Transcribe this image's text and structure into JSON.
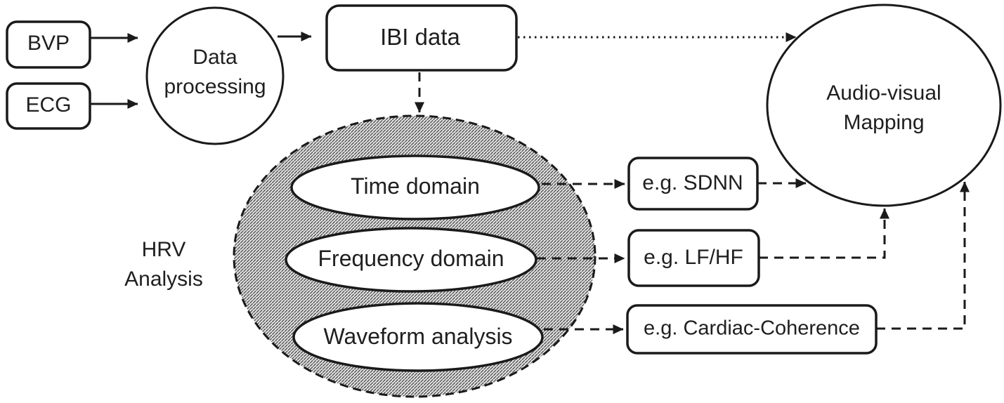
{
  "nodes": {
    "bvp": {
      "label": "BVP"
    },
    "ecg": {
      "label": "ECG"
    },
    "data_processing": {
      "line1": "Data",
      "line2": "processing"
    },
    "ibi_data": {
      "label": "IBI data"
    },
    "audio_visual_mapping": {
      "line1": "Audio-visual",
      "line2": "Mapping"
    },
    "hrv_analysis": {
      "line1": "HRV",
      "line2": "Analysis"
    },
    "time_domain": {
      "label": "Time domain"
    },
    "frequency_domain": {
      "label": "Frequency domain"
    },
    "waveform_analysis": {
      "label": "Waveform analysis"
    },
    "sdnn": {
      "label": "e.g. SDNN"
    },
    "lf_hf": {
      "label": "e.g. LF/HF"
    },
    "cardiac_coherence": {
      "label": "e.g. Cardiac-Coherence"
    }
  },
  "colors": {
    "stroke": "#1a1a1a",
    "text": "#1f1f1f",
    "hatch_line": "#555555",
    "hatch_background": "#e8e8e8",
    "node_fill": "#ffffff",
    "page_background": "#ffffff"
  }
}
